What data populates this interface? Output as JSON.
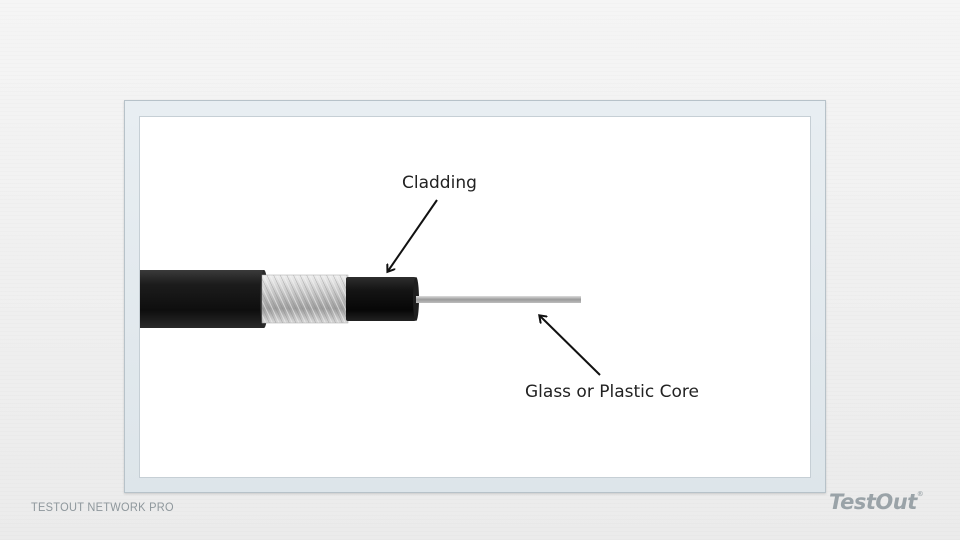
{
  "diagram": {
    "labels": {
      "cladding": "Cladding",
      "core": "Glass or Plastic Core"
    },
    "colors": {
      "jacket": "#1a1a1a",
      "cladding_tube": "#111111",
      "core_fiber": "#9a9a9a",
      "shielding": "#bfbfbf",
      "arrow": "#111111"
    }
  },
  "footer": {
    "left_text": "TESTOUT NETWORK PRO",
    "logo_text": "TestOut",
    "logo_mark": "®"
  }
}
